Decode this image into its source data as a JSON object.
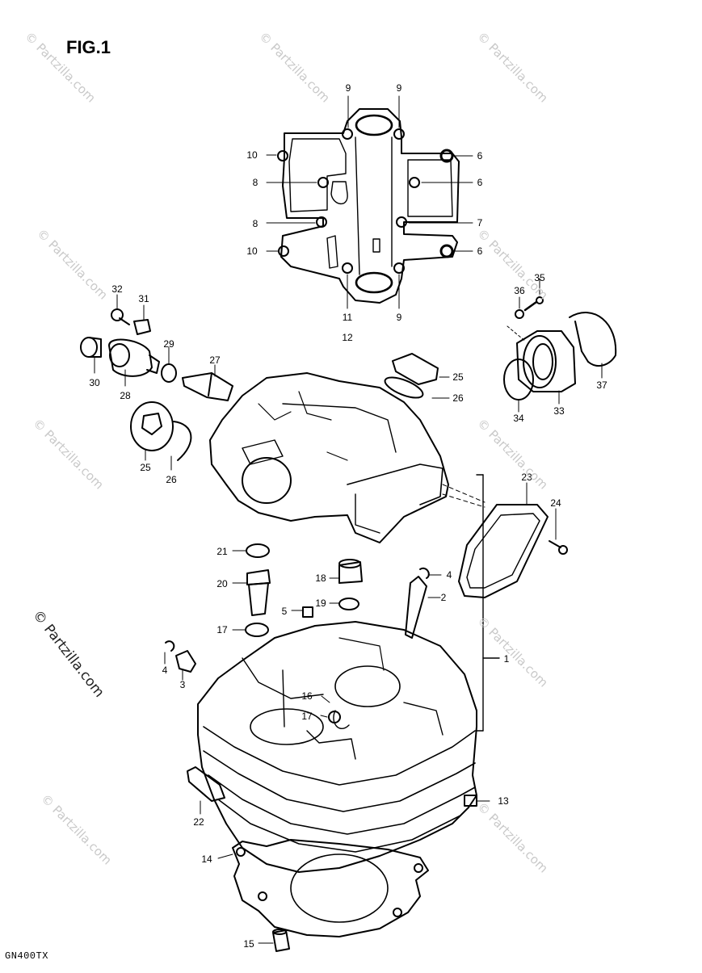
{
  "figure": {
    "title": "FIG.1",
    "model_code": "GN400TX",
    "watermark": "© Partzilla.com"
  },
  "callouts": [
    {
      "id": "c9a",
      "text": "9"
    },
    {
      "id": "c9b",
      "text": "9"
    },
    {
      "id": "c10a",
      "text": "10"
    },
    {
      "id": "c6a",
      "text": "6"
    },
    {
      "id": "c8a",
      "text": "8"
    },
    {
      "id": "c6b",
      "text": "6"
    },
    {
      "id": "c8b",
      "text": "8"
    },
    {
      "id": "c7",
      "text": "7"
    },
    {
      "id": "c10b",
      "text": "10"
    },
    {
      "id": "c6c",
      "text": "6"
    },
    {
      "id": "c11",
      "text": "11"
    },
    {
      "id": "c12",
      "text": "12"
    },
    {
      "id": "c9c",
      "text": "9"
    },
    {
      "id": "c32",
      "text": "32"
    },
    {
      "id": "c31",
      "text": "31"
    },
    {
      "id": "c36",
      "text": "36"
    },
    {
      "id": "c35",
      "text": "35"
    },
    {
      "id": "c29",
      "text": "29"
    },
    {
      "id": "c27",
      "text": "27"
    },
    {
      "id": "c30",
      "text": "30"
    },
    {
      "id": "c28",
      "text": "28"
    },
    {
      "id": "c25a",
      "text": "25"
    },
    {
      "id": "c26a",
      "text": "26"
    },
    {
      "id": "c34",
      "text": "34"
    },
    {
      "id": "c33",
      "text": "33"
    },
    {
      "id": "c37",
      "text": "37"
    },
    {
      "id": "c25b",
      "text": "25"
    },
    {
      "id": "c26b",
      "text": "26"
    },
    {
      "id": "c23",
      "text": "23"
    },
    {
      "id": "c24",
      "text": "24"
    },
    {
      "id": "c21",
      "text": "21"
    },
    {
      "id": "c20",
      "text": "20"
    },
    {
      "id": "c18",
      "text": "18"
    },
    {
      "id": "c4a",
      "text": "4"
    },
    {
      "id": "c2",
      "text": "2"
    },
    {
      "id": "c19",
      "text": "19"
    },
    {
      "id": "c5",
      "text": "5"
    },
    {
      "id": "c17a",
      "text": "17"
    },
    {
      "id": "c1",
      "text": "1"
    },
    {
      "id": "c4b",
      "text": "4"
    },
    {
      "id": "c3",
      "text": "3"
    },
    {
      "id": "c16",
      "text": "16"
    },
    {
      "id": "c17b",
      "text": "17"
    },
    {
      "id": "c13",
      "text": "13"
    },
    {
      "id": "c22",
      "text": "22"
    },
    {
      "id": "c14",
      "text": "14"
    },
    {
      "id": "c15",
      "text": "15"
    }
  ]
}
